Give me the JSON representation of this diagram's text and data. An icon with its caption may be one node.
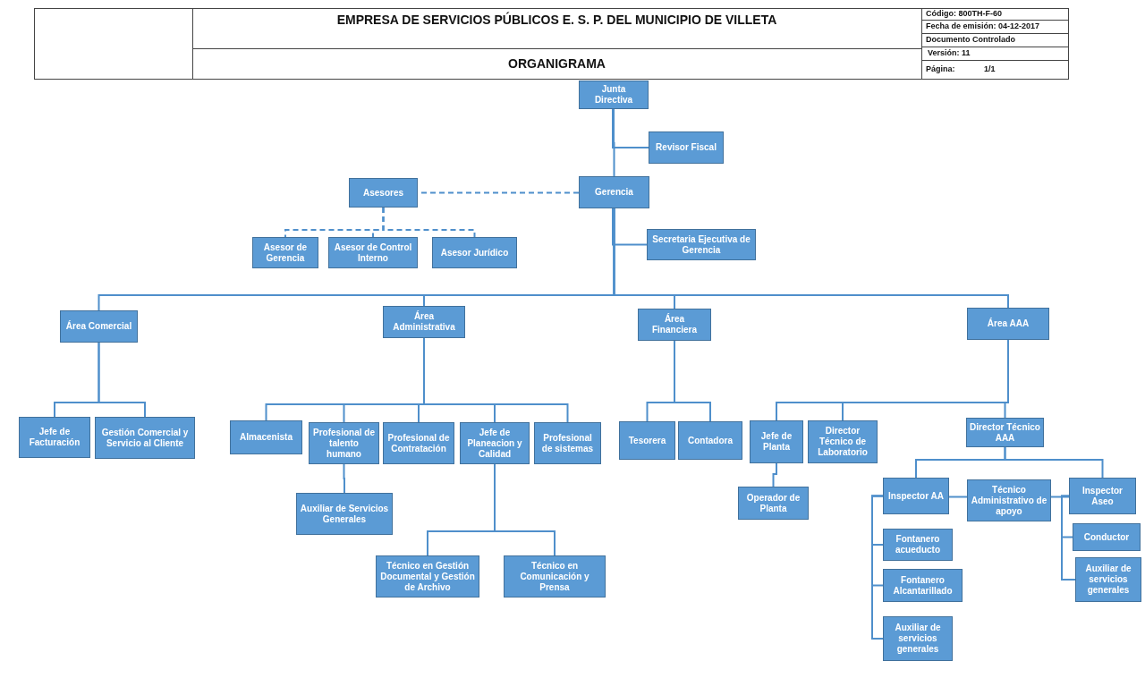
{
  "diagram": {
    "title": "EMPRESA DE SERVICIOS PÚBLICOS E. S. P. DEL MUNICIPIO DE VILLETA",
    "nodes": [
      {
        "text": [
          "Junta Directiva"
        ]
      },
      {
        "text": [
          "Revisor Fiscal"
        ]
      },
      {
        "text": [
          "Gerencia"
        ]
      },
      {
        "text": [
          "Asesores"
        ]
      },
      {
        "text": [
          "Asesor de Gerencia"
        ]
      },
      {
        "text": [
          "Asesor de Control Interno"
        ]
      },
      {
        "text": [
          "Asesor Jurídico"
        ]
      },
      {
        "text": [
          "Secretaria Ejecutiva de Gerencia"
        ]
      },
      {
        "text": [
          "Área Comercial"
        ]
      },
      {
        "text": [
          "Área Administrativa"
        ]
      },
      {
        "text": [
          "Área Financiera"
        ]
      },
      {
        "text": [
          "Área AAA"
        ]
      },
      {
        "text": [
          "Jefe de Facturación"
        ]
      },
      {
        "text": [
          "Gestión Comercial y Servicio al Cliente"
        ]
      },
      {
        "text": [
          "Almacenista"
        ]
      },
      {
        "text": [
          "Profesional de talento humano"
        ]
      },
      {
        "text": [
          "Profesional de Contratación"
        ]
      },
      {
        "text": [
          "Jefe de Planeacion y Calidad"
        ]
      },
      {
        "text": [
          "Profesional de sistemas"
        ]
      },
      {
        "text": [
          "Auxiliar de Servicios Generales"
        ]
      },
      {
        "text": [
          "Técnico en Gestión Documental y Gestión de Archivo"
        ]
      },
      {
        "text": [
          "Técnico en Comunicación y Prensa"
        ]
      },
      {
        "text": [
          "Tesorera"
        ]
      },
      {
        "text": [
          "Contadora"
        ]
      },
      {
        "text": [
          "Jefe de Planta"
        ]
      },
      {
        "text": [
          "Director Técnico de Laboratorio"
        ]
      },
      {
        "text": [
          "Operador de Planta"
        ]
      },
      {
        "text": [
          "Director Técnico AAA"
        ]
      },
      {
        "text": [
          "Inspector AA"
        ]
      },
      {
        "text": [
          "Técnico Administrativo de apoyo"
        ]
      },
      {
        "text": [
          "Inspector Aseo"
        ]
      },
      {
        "text": [
          "Fontanero acueducto"
        ]
      },
      {
        "text": [
          "Fontanero Alcantarillado"
        ]
      },
      {
        "text": [
          "Auxiliar de servicios generales"
        ]
      },
      {
        "text": [
          "Conductor"
        ]
      },
      {
        "text": [
          "Auxiliar de servicios generales"
        ]
      }
    ],
    "edges": [
      {
        "from": 0,
        "to": 1,
        "arrow": "none"
      },
      {
        "from": 0,
        "to": 2,
        "arrow": "none"
      },
      {
        "from": 2,
        "to": 3,
        "arrow": "none",
        "style": "dashed"
      },
      {
        "from": 3,
        "to": 4,
        "arrow": "none",
        "style": "dashed"
      },
      {
        "from": 3,
        "to": 5,
        "arrow": "none",
        "style": "dashed"
      },
      {
        "from": 3,
        "to": 6,
        "arrow": "none",
        "style": "dashed"
      },
      {
        "from": 2,
        "to": 7,
        "arrow": "none"
      },
      {
        "from": 2,
        "to": 8,
        "arrow": "none"
      },
      {
        "from": 2,
        "to": 9,
        "arrow": "none"
      },
      {
        "from": 2,
        "to": 10,
        "arrow": "none"
      },
      {
        "from": 2,
        "to": 11,
        "arrow": "none"
      },
      {
        "from": 8,
        "to": 12,
        "arrow": "none"
      },
      {
        "from": 8,
        "to": 13,
        "arrow": "none"
      },
      {
        "from": 9,
        "to": 14,
        "arrow": "none"
      },
      {
        "from": 9,
        "to": 15,
        "arrow": "none"
      },
      {
        "from": 9,
        "to": 16,
        "arrow": "none"
      },
      {
        "from": 9,
        "to": 17,
        "arrow": "none"
      },
      {
        "from": 9,
        "to": 18,
        "arrow": "none"
      },
      {
        "from": 15,
        "to": 19,
        "arrow": "none"
      },
      {
        "from": 17,
        "to": 20,
        "arrow": "none"
      },
      {
        "from": 17,
        "to": 21,
        "arrow": "none"
      },
      {
        "from": 10,
        "to": 22,
        "arrow": "none"
      },
      {
        "from": 10,
        "to": 23,
        "arrow": "none"
      },
      {
        "from": 11,
        "to": 24,
        "arrow": "none"
      },
      {
        "from": 11,
        "to": 25,
        "arrow": "none"
      },
      {
        "from": 24,
        "to": 26,
        "arrow": "none"
      },
      {
        "from": 11,
        "to": 27,
        "arrow": "none"
      },
      {
        "from": 27,
        "to": 28,
        "arrow": "none"
      },
      {
        "from": 27,
        "to": 30,
        "arrow": "none"
      },
      {
        "from": 28,
        "to": 29,
        "arrow": "none"
      },
      {
        "from": 29,
        "to": 30,
        "arrow": "none"
      },
      {
        "from": 28,
        "to": 31,
        "arrow": "none"
      },
      {
        "from": 28,
        "to": 32,
        "arrow": "none"
      },
      {
        "from": 28,
        "to": 33,
        "arrow": "none"
      },
      {
        "from": 30,
        "to": 34,
        "arrow": "none"
      },
      {
        "from": 30,
        "to": 35,
        "arrow": "none"
      }
    ],
    "labels": [
      "ORGANIGRAMA",
      "Código: 800TH-F-60",
      "Fecha de emisión: 04-12-2017",
      "Documento Controlado",
      "Versión: 11",
      "Página:",
      "1/1"
    ]
  }
}
